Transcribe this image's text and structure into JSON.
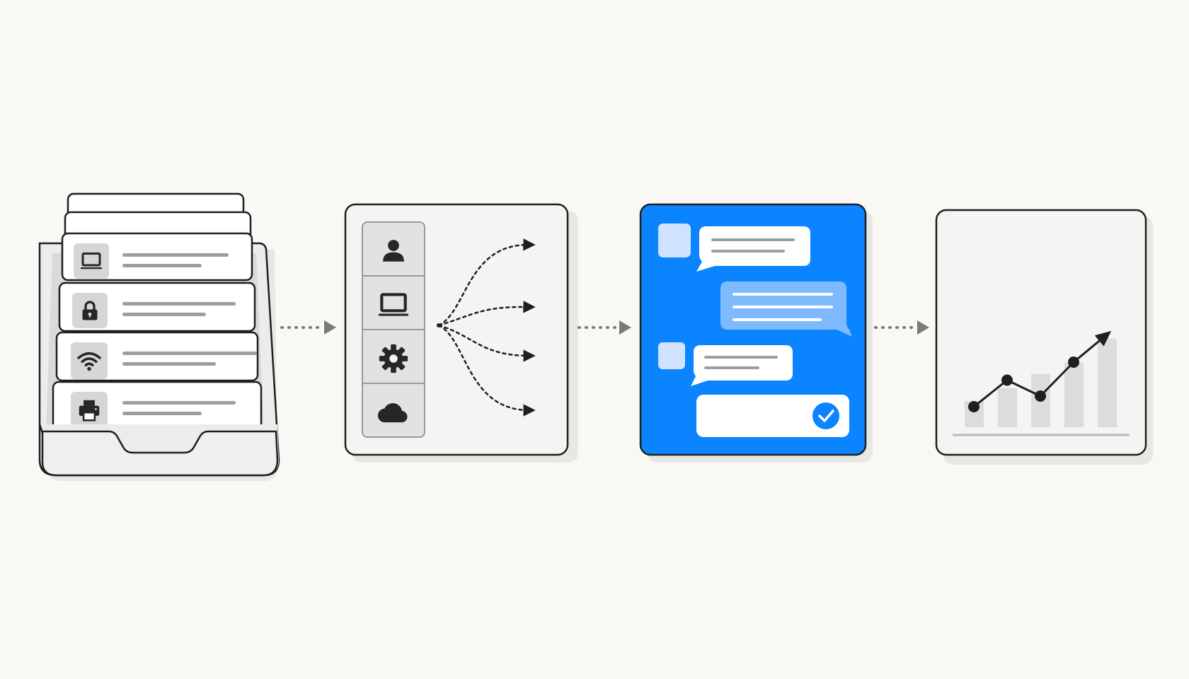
{
  "colors": {
    "background": "#f9f8f4",
    "outline": "#1f1f1f",
    "panel": "#f4f4f2",
    "card": "#ffffff",
    "icon_tile": "#d6d6d6",
    "icon": "#262626",
    "text_line": "#9e9e9e",
    "connector": "#7a7a7a",
    "accent_blue": "#0a84ff",
    "bubble_light": "#ffffff",
    "bubble_tint": "#7fbaff",
    "avatar_tint": "#cfe3ff",
    "chart_bar": "#dcdcdc",
    "shadow": "#e7e7e3"
  },
  "steps": [
    {
      "id": "card-index",
      "cards": [
        {
          "icon": "laptop-icon"
        },
        {
          "icon": "lock-icon"
        },
        {
          "icon": "wifi-icon"
        },
        {
          "icon": "printer-icon"
        }
      ]
    },
    {
      "id": "router",
      "categories": [
        {
          "icon": "user-icon"
        },
        {
          "icon": "laptop-icon"
        },
        {
          "icon": "gear-icon"
        },
        {
          "icon": "cloud-icon"
        }
      ],
      "outputs": 4
    },
    {
      "id": "chat",
      "messages": [
        {
          "from": "agent",
          "lines": 2
        },
        {
          "from": "user",
          "lines": 3
        },
        {
          "from": "agent",
          "lines": 2
        }
      ],
      "resolution_icon": "check-circle-icon"
    },
    {
      "id": "trend",
      "bar_levels": [
        0.28,
        0.42,
        0.57,
        0.69,
        0.95
      ],
      "line_points": [
        0.3,
        0.55,
        0.4,
        0.72,
        0.98
      ]
    }
  ],
  "connectors": 3
}
